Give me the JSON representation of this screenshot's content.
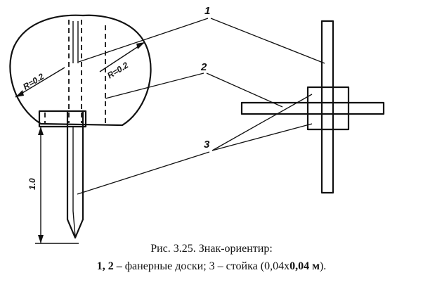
{
  "labels": {
    "part1": "1",
    "part2": "2",
    "part3": "3",
    "radius_left": "R=0.2",
    "radius_right": "R=0.2",
    "height": "1.0"
  },
  "caption": {
    "title": "Рис. 3.25. Знак-ориентир:",
    "parts_bold": "1, 2 –",
    "parts_text": " фанерные доски; 3 – стойка (0,04х",
    "size_bold": "0,04 м",
    "end_text": ")."
  }
}
